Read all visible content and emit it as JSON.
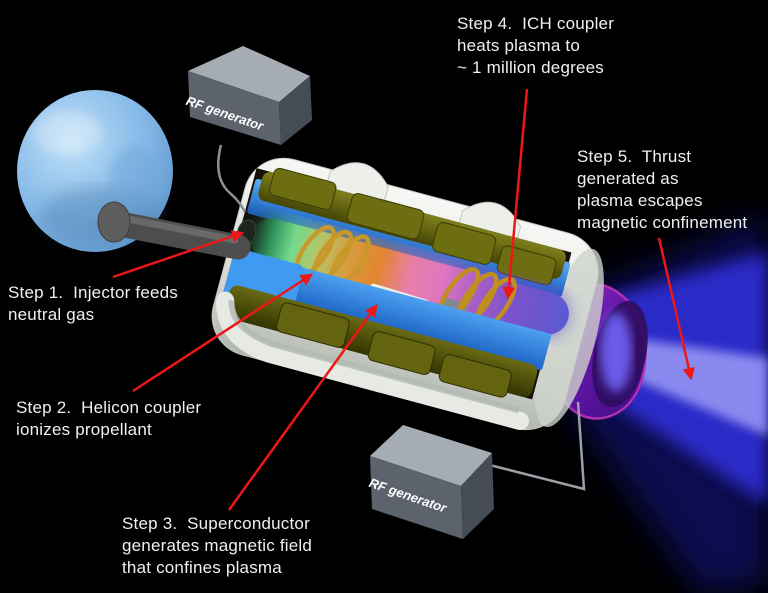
{
  "steps": {
    "step1": {
      "lines": [
        "Step 1.  Injector feeds",
        "neutral gas"
      ]
    },
    "step2": {
      "lines": [
        "Step 2.  Helicon coupler",
        "ionizes propellant"
      ]
    },
    "step3": {
      "lines": [
        "Step 3.  Superconductor",
        "generates magnetic field",
        "that confines plasma"
      ]
    },
    "step4": {
      "lines": [
        "Step 4.  ICH coupler",
        "heats plasma to",
        "~ 1 million degrees"
      ]
    },
    "step5": {
      "lines": [
        "Step 5.  Thrust",
        "generated as",
        "plasma escapes",
        "magnetic confinement"
      ]
    }
  },
  "rf_generators": {
    "top_label": "RF generator",
    "bottom_label": "RF generator"
  },
  "colors": {
    "background": "#000000",
    "label_text": "#f0f0f0",
    "arrow_red": "#ee1616",
    "tank_blue": "#85b9e8",
    "shell_white": "#e7eae5",
    "chamber_blue": "#2b82e2",
    "magnet_olive": "#56560c",
    "coil_gold": "#c8992a",
    "plasma_green": "#5fc080",
    "plasma_orange": "#e08030",
    "plasma_pink": "#e878b0",
    "plasma_violet": "#7050c8",
    "nozzle_purple": "#6a18a8",
    "nozzle_rim_magenta": "#b12fb1",
    "exhaust_beam_blue": "#2e2ed6",
    "exhaust_core": "#8f8ff2",
    "rf_box_gray": "#5c636d"
  }
}
